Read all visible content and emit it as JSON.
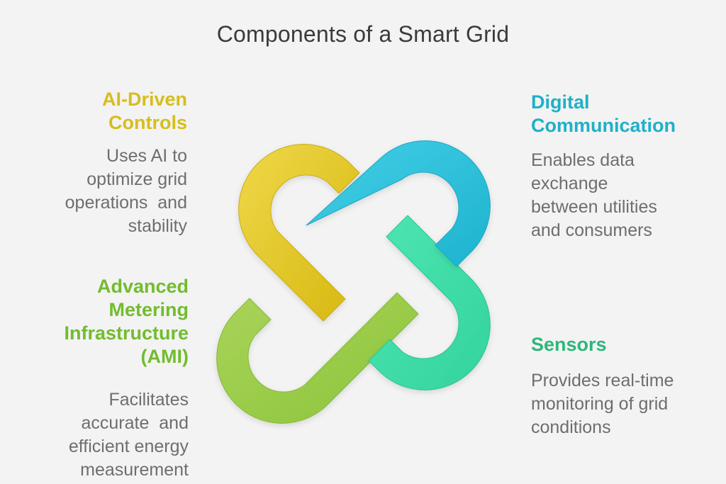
{
  "title": "Components of a Smart Grid",
  "colors": {
    "background": "#f3f3f3",
    "title": "#3b3b3b",
    "description": "#6e6e6e",
    "ai_driven_controls": "#d6be1c",
    "digital_communication": "#1fb0c8",
    "advanced_metering": "#72bc2e",
    "sensors": "#2eb67d"
  },
  "components": {
    "ai_driven_controls": {
      "heading_lines": [
        "AI-Driven",
        "Controls"
      ],
      "description_lines": [
        "Uses AI to",
        "optimize grid",
        "operations  and",
        "stability"
      ],
      "shape_color": "#e3c72a"
    },
    "digital_communication": {
      "heading_lines": [
        "Digital",
        "Communication"
      ],
      "description_lines": [
        "Enables data",
        "exchange",
        "between utilities",
        "and consumers"
      ],
      "shape_color": "#2ec3dc"
    },
    "advanced_metering": {
      "heading_lines": [
        "Advanced",
        "Metering",
        "Infrastructure",
        "(AMI)"
      ],
      "description_lines": [
        "Facilitates",
        "accurate  and",
        "efficient energy",
        "measurement"
      ],
      "shape_color": "#9ccb47"
    },
    "sensors": {
      "heading_lines": [
        "Sensors"
      ],
      "description_lines": [
        "Provides real-time",
        "monitoring of grid",
        "conditions"
      ],
      "shape_color": "#3ddca4"
    }
  }
}
